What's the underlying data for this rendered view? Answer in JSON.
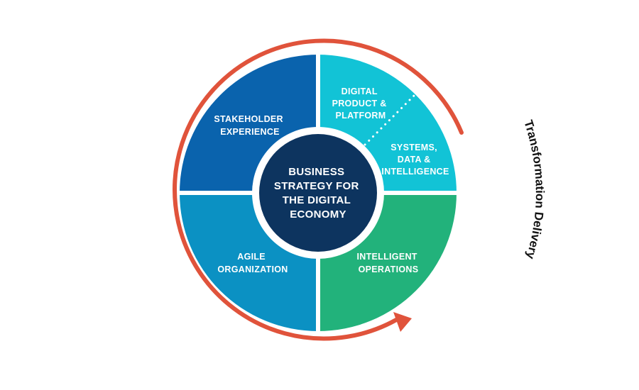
{
  "center": {
    "lines": [
      "BUSINESS",
      "STRATEGY FOR",
      "THE DIGITAL",
      "ECONOMY"
    ]
  },
  "quadrants": {
    "stakeholder": {
      "lines": [
        "STAKEHOLDER",
        "EXPERIENCE"
      ]
    },
    "digital_product": {
      "lines": [
        "DIGITAL",
        "PRODUCT &",
        "PLATFORM"
      ]
    },
    "systems": {
      "lines": [
        "SYSTEMS,",
        "DATA &",
        "INTELLIGENCE"
      ]
    },
    "agile": {
      "lines": [
        "AGILE",
        "ORGANIZATION"
      ]
    },
    "operations": {
      "lines": [
        "INTELLIGENT",
        "OPERATIONS"
      ]
    }
  },
  "cycle_label": "Transformation Delivery",
  "colors": {
    "stakeholder": "#0a63ad",
    "digital": "#12c3d6",
    "agile": "#0b91c3",
    "operations": "#22b27b",
    "center": "#0d345f",
    "arrow": "#e0533b"
  }
}
